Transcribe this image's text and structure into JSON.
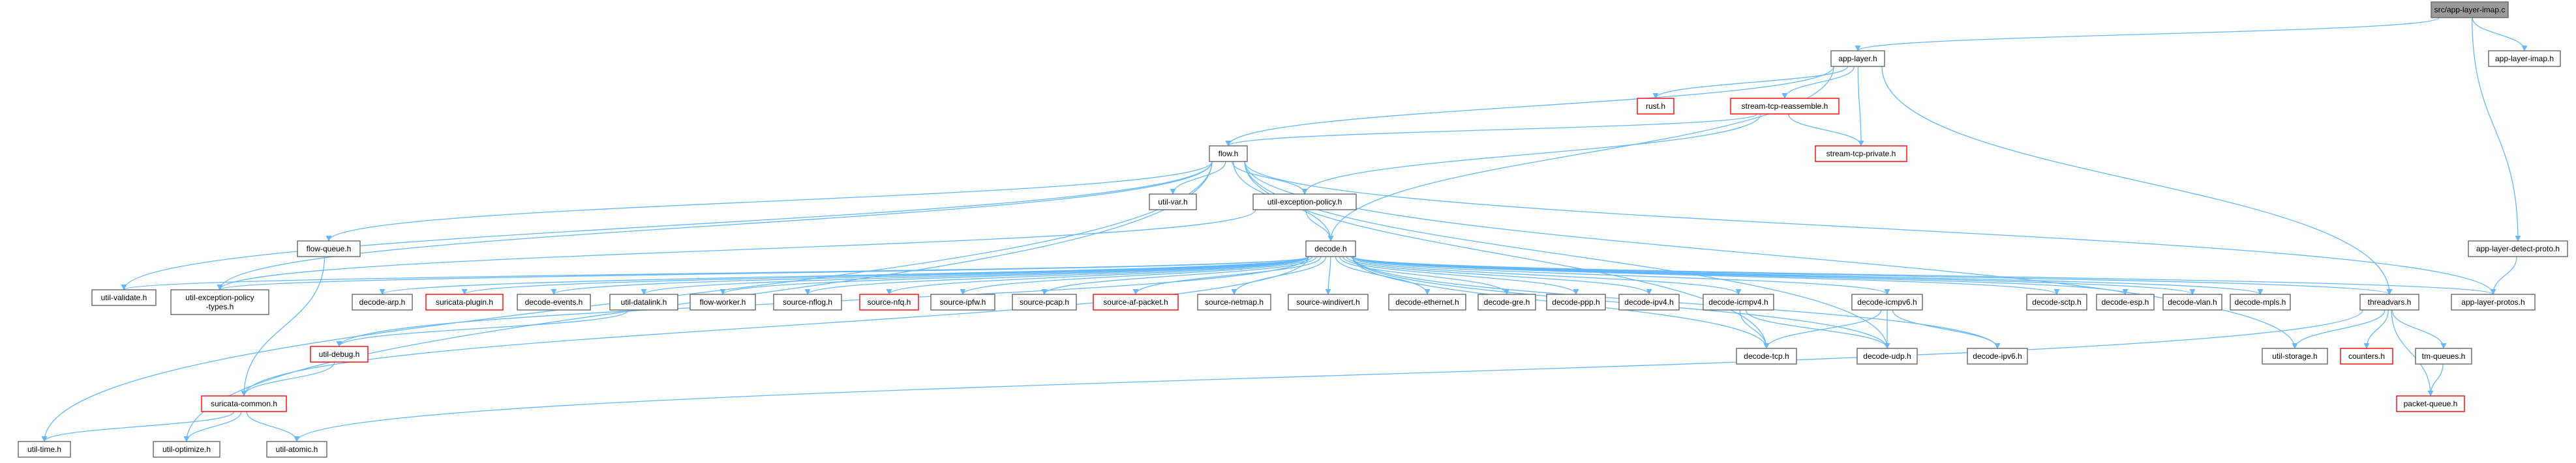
{
  "colors": {
    "edge": "#63b8ff",
    "node_border": "#666666",
    "missing_border": "#ff0000",
    "root_fill": "#999999",
    "node_fill": "#ffffff",
    "text": "#000000"
  },
  "nodes": [
    {
      "id": "app-layer-imap-c",
      "label": "src/app-layer-imap.c",
      "kind": "root"
    },
    {
      "id": "app-layer-h",
      "label": "app-layer.h",
      "kind": "normal"
    },
    {
      "id": "app-layer-imap-h",
      "label": "app-layer-imap.h",
      "kind": "normal"
    },
    {
      "id": "rust-h",
      "label": "rust.h",
      "kind": "missing"
    },
    {
      "id": "stream-tcp-reassemble-h",
      "label": "stream-tcp-reassemble.h",
      "kind": "missing"
    },
    {
      "id": "stream-tcp-private-h",
      "label": "stream-tcp-private.h",
      "kind": "missing"
    },
    {
      "id": "flow-h",
      "label": "flow.h",
      "kind": "normal"
    },
    {
      "id": "util-var-h",
      "label": "util-var.h",
      "kind": "normal"
    },
    {
      "id": "util-exception-policy-h",
      "label": "util-exception-policy.h",
      "kind": "normal"
    },
    {
      "id": "flow-queue-h",
      "label": "flow-queue.h",
      "kind": "normal"
    },
    {
      "id": "decode-h",
      "label": "decode.h",
      "kind": "normal"
    },
    {
      "id": "app-layer-detect-proto-h",
      "label": "app-layer-detect-proto.h",
      "kind": "normal"
    },
    {
      "id": "util-validate-h",
      "label": "util-validate.h",
      "kind": "normal"
    },
    {
      "id": "util-exception-policy-types-h",
      "label": "util-exception-policy\n-types.h",
      "kind": "normal"
    },
    {
      "id": "decode-arp-h",
      "label": "decode-arp.h",
      "kind": "normal"
    },
    {
      "id": "suricata-plugin-h",
      "label": "suricata-plugin.h",
      "kind": "missing"
    },
    {
      "id": "decode-events-h",
      "label": "decode-events.h",
      "kind": "normal"
    },
    {
      "id": "util-datalink-h",
      "label": "util-datalink.h",
      "kind": "normal"
    },
    {
      "id": "flow-worker-h",
      "label": "flow-worker.h",
      "kind": "normal"
    },
    {
      "id": "source-nflog-h",
      "label": "source-nflog.h",
      "kind": "normal"
    },
    {
      "id": "source-nfq-h",
      "label": "source-nfq.h",
      "kind": "missing"
    },
    {
      "id": "source-ipfw-h",
      "label": "source-ipfw.h",
      "kind": "normal"
    },
    {
      "id": "source-pcap-h",
      "label": "source-pcap.h",
      "kind": "normal"
    },
    {
      "id": "source-af-packet-h",
      "label": "source-af-packet.h",
      "kind": "missing"
    },
    {
      "id": "source-netmap-h",
      "label": "source-netmap.h",
      "kind": "normal"
    },
    {
      "id": "source-windivert-h",
      "label": "source-windivert.h",
      "kind": "normal"
    },
    {
      "id": "decode-ethernet-h",
      "label": "decode-ethernet.h",
      "kind": "normal"
    },
    {
      "id": "decode-gre-h",
      "label": "decode-gre.h",
      "kind": "normal"
    },
    {
      "id": "decode-ppp-h",
      "label": "decode-ppp.h",
      "kind": "normal"
    },
    {
      "id": "decode-ipv4-h",
      "label": "decode-ipv4.h",
      "kind": "normal"
    },
    {
      "id": "decode-icmpv4-h",
      "label": "decode-icmpv4.h",
      "kind": "normal"
    },
    {
      "id": "decode-icmpv6-h",
      "label": "decode-icmpv6.h",
      "kind": "normal"
    },
    {
      "id": "decode-sctp-h",
      "label": "decode-sctp.h",
      "kind": "normal"
    },
    {
      "id": "decode-esp-h",
      "label": "decode-esp.h",
      "kind": "normal"
    },
    {
      "id": "decode-vlan-h",
      "label": "decode-vlan.h",
      "kind": "normal"
    },
    {
      "id": "decode-mpls-h",
      "label": "decode-mpls.h",
      "kind": "normal"
    },
    {
      "id": "threadvars-h",
      "label": "threadvars.h",
      "kind": "normal"
    },
    {
      "id": "app-layer-protos-h",
      "label": "app-layer-protos.h",
      "kind": "normal"
    },
    {
      "id": "util-debug-h",
      "label": "util-debug.h",
      "kind": "missing"
    },
    {
      "id": "decode-tcp-h",
      "label": "decode-tcp.h",
      "kind": "normal"
    },
    {
      "id": "decode-udp-h",
      "label": "decode-udp.h",
      "kind": "normal"
    },
    {
      "id": "decode-ipv6-h",
      "label": "decode-ipv6.h",
      "kind": "normal"
    },
    {
      "id": "util-storage-h",
      "label": "util-storage.h",
      "kind": "normal"
    },
    {
      "id": "counters-h",
      "label": "counters.h",
      "kind": "missing"
    },
    {
      "id": "tm-queues-h",
      "label": "tm-queues.h",
      "kind": "normal"
    },
    {
      "id": "suricata-common-h",
      "label": "suricata-common.h",
      "kind": "missing"
    },
    {
      "id": "packet-queue-h",
      "label": "packet-queue.h",
      "kind": "missing"
    },
    {
      "id": "util-time-h",
      "label": "util-time.h",
      "kind": "normal"
    },
    {
      "id": "util-optimize-h",
      "label": "util-optimize.h",
      "kind": "normal"
    },
    {
      "id": "util-atomic-h",
      "label": "util-atomic.h",
      "kind": "normal"
    }
  ],
  "edges": [
    [
      "app-layer-imap-c",
      "app-layer-h"
    ],
    [
      "app-layer-imap-c",
      "app-layer-imap-h"
    ],
    [
      "app-layer-imap-c",
      "app-layer-detect-proto-h"
    ],
    [
      "app-layer-h",
      "rust-h"
    ],
    [
      "app-layer-h",
      "stream-tcp-reassemble-h"
    ],
    [
      "app-layer-h",
      "stream-tcp-private-h"
    ],
    [
      "app-layer-h",
      "flow-h"
    ],
    [
      "app-layer-h",
      "decode-h"
    ],
    [
      "app-layer-h",
      "threadvars-h"
    ],
    [
      "stream-tcp-reassemble-h",
      "stream-tcp-private-h"
    ],
    [
      "stream-tcp-reassemble-h",
      "flow-h"
    ],
    [
      "stream-tcp-reassemble-h",
      "util-exception-policy-h"
    ],
    [
      "flow-h",
      "util-var-h"
    ],
    [
      "flow-h",
      "util-exception-policy-h"
    ],
    [
      "flow-h",
      "decode-h"
    ],
    [
      "flow-h",
      "flow-queue-h"
    ],
    [
      "flow-h",
      "util-validate-h"
    ],
    [
      "flow-h",
      "util-exception-policy-types-h"
    ],
    [
      "flow-h",
      "util-time-h"
    ],
    [
      "flow-h",
      "util-optimize-h"
    ],
    [
      "flow-h",
      "app-layer-protos-h"
    ],
    [
      "flow-h",
      "util-storage-h"
    ],
    [
      "flow-h",
      "decode-tcp-h"
    ],
    [
      "flow-h",
      "decode-udp-h"
    ],
    [
      "util-exception-policy-h",
      "decode-h"
    ],
    [
      "util-exception-policy-h",
      "util-exception-policy-types-h"
    ],
    [
      "flow-queue-h",
      "suricata-common-h"
    ],
    [
      "app-layer-detect-proto-h",
      "app-layer-protos-h"
    ],
    [
      "decode-h",
      "util-validate-h"
    ],
    [
      "decode-h",
      "util-exception-policy-types-h"
    ],
    [
      "decode-h",
      "decode-arp-h"
    ],
    [
      "decode-h",
      "suricata-plugin-h"
    ],
    [
      "decode-h",
      "decode-events-h"
    ],
    [
      "decode-h",
      "util-datalink-h"
    ],
    [
      "decode-h",
      "flow-worker-h"
    ],
    [
      "decode-h",
      "source-nflog-h"
    ],
    [
      "decode-h",
      "source-nfq-h"
    ],
    [
      "decode-h",
      "source-ipfw-h"
    ],
    [
      "decode-h",
      "source-pcap-h"
    ],
    [
      "decode-h",
      "source-af-packet-h"
    ],
    [
      "decode-h",
      "source-netmap-h"
    ],
    [
      "decode-h",
      "source-windivert-h"
    ],
    [
      "decode-h",
      "decode-ethernet-h"
    ],
    [
      "decode-h",
      "decode-gre-h"
    ],
    [
      "decode-h",
      "decode-ppp-h"
    ],
    [
      "decode-h",
      "decode-ipv4-h"
    ],
    [
      "decode-h",
      "decode-icmpv4-h"
    ],
    [
      "decode-h",
      "decode-icmpv6-h"
    ],
    [
      "decode-h",
      "decode-sctp-h"
    ],
    [
      "decode-h",
      "decode-esp-h"
    ],
    [
      "decode-h",
      "decode-vlan-h"
    ],
    [
      "decode-h",
      "decode-mpls-h"
    ],
    [
      "decode-h",
      "threadvars-h"
    ],
    [
      "decode-h",
      "app-layer-protos-h"
    ],
    [
      "decode-h",
      "util-debug-h"
    ],
    [
      "decode-h",
      "suricata-common-h"
    ],
    [
      "decode-h",
      "decode-tcp-h"
    ],
    [
      "decode-h",
      "decode-udp-h"
    ],
    [
      "decode-h",
      "decode-ipv6-h"
    ],
    [
      "util-datalink-h",
      "util-debug-h"
    ],
    [
      "decode-icmpv4-h",
      "decode-tcp-h"
    ],
    [
      "decode-icmpv4-h",
      "decode-udp-h"
    ],
    [
      "decode-icmpv6-h",
      "decode-tcp-h"
    ],
    [
      "decode-icmpv6-h",
      "decode-udp-h"
    ],
    [
      "decode-icmpv6-h",
      "decode-ipv6-h"
    ],
    [
      "threadvars-h",
      "util-storage-h"
    ],
    [
      "threadvars-h",
      "counters-h"
    ],
    [
      "threadvars-h",
      "tm-queues-h"
    ],
    [
      "threadvars-h",
      "packet-queue-h"
    ],
    [
      "threadvars-h",
      "util-atomic-h"
    ],
    [
      "tm-queues-h",
      "packet-queue-h"
    ],
    [
      "util-debug-h",
      "suricata-common-h"
    ],
    [
      "suricata-common-h",
      "util-time-h"
    ],
    [
      "suricata-common-h",
      "util-optimize-h"
    ],
    [
      "suricata-common-h",
      "util-atomic-h"
    ]
  ]
}
